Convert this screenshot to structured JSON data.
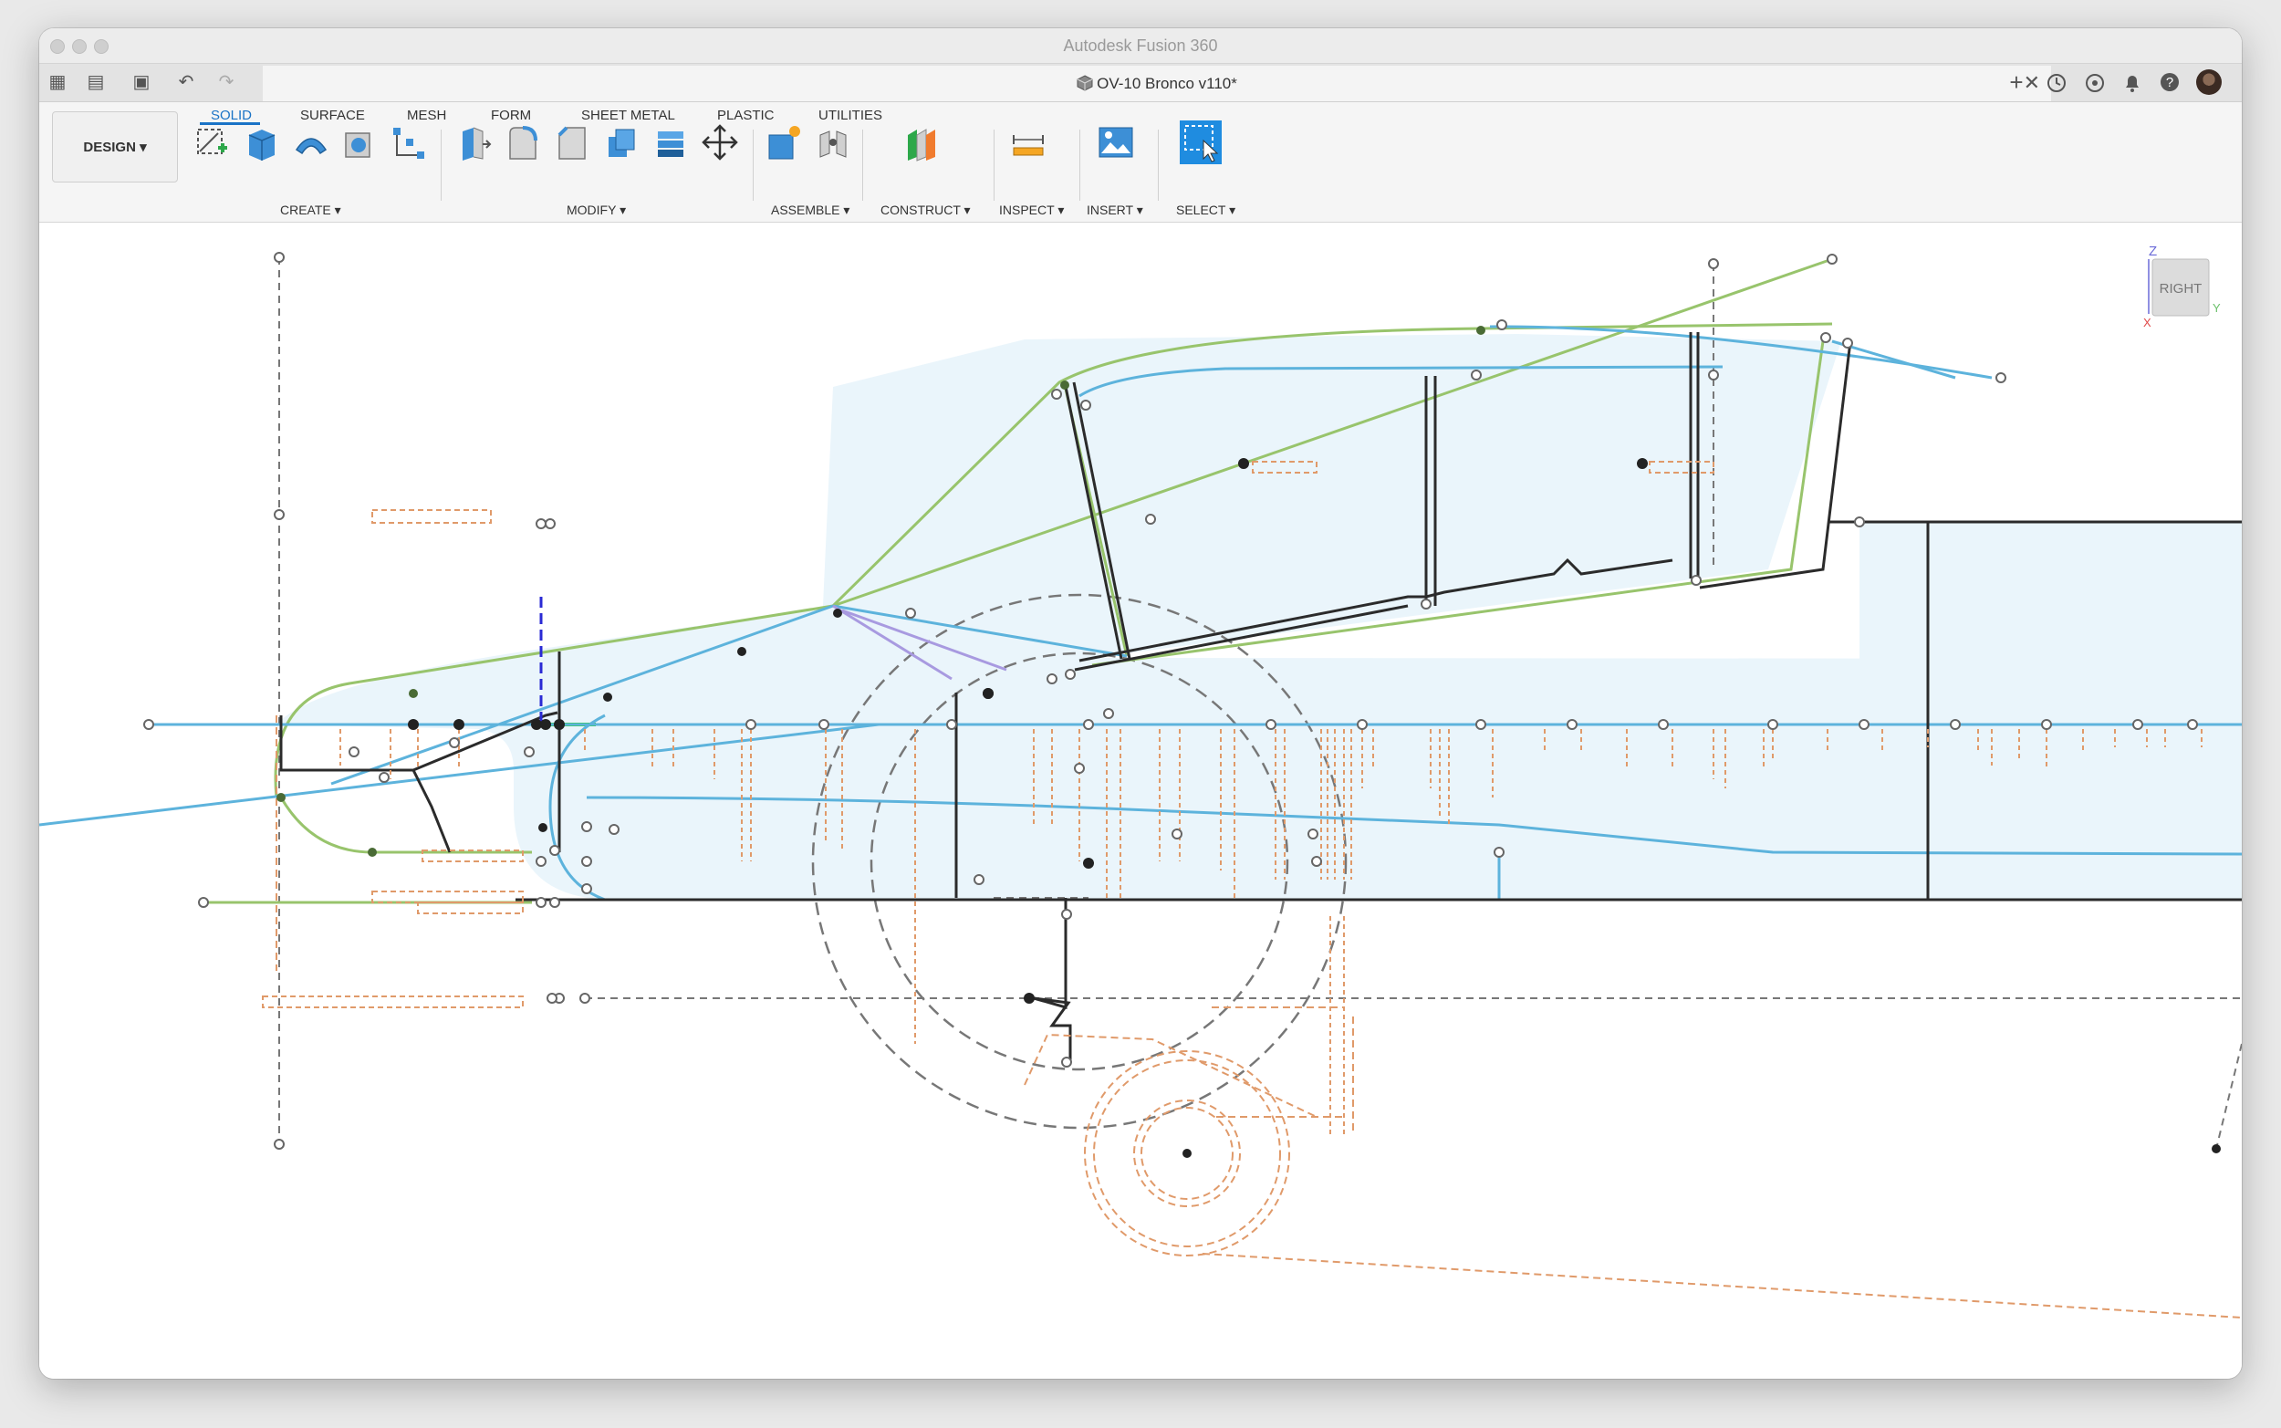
{
  "window": {
    "app_title": "Autodesk Fusion 360"
  },
  "document": {
    "title": "OV-10 Bronco v110*",
    "close_glyph": "✕"
  },
  "quick_access": {
    "grid_glyph": "▦",
    "file_glyph": "▤",
    "save_glyph": "▣",
    "undo_glyph": "↶",
    "redo_glyph": "↷",
    "new_tab_glyph": "+",
    "help_glyph": "?"
  },
  "workspace": {
    "label": "DESIGN ▾"
  },
  "tabs": [
    {
      "label": "SOLID",
      "active": true
    },
    {
      "label": "SURFACE",
      "active": false
    },
    {
      "label": "MESH",
      "active": false
    },
    {
      "label": "FORM",
      "active": false
    },
    {
      "label": "SHEET METAL",
      "active": false
    },
    {
      "label": "PLASTIC",
      "active": false
    },
    {
      "label": "UTILITIES",
      "active": false
    }
  ],
  "groups": {
    "create": "CREATE ▾",
    "modify": "MODIFY ▾",
    "assemble": "ASSEMBLE ▾",
    "construct": "CONSTRUCT ▾",
    "inspect": "INSPECT ▾",
    "insert": "INSERT ▾",
    "select": "SELECT ▾"
  },
  "viewcube": {
    "face_label": "RIGHT",
    "axis_z": "Z",
    "axis_x": "X",
    "axis_y": "Y"
  },
  "colors": {
    "sketch_blue": "#5db3dc",
    "sketch_green": "#98c46c",
    "fill_blue": "#eaf5fb",
    "dimension_orange": "#e09a6a",
    "construction_gray": "#777777",
    "accent_blue": "#1a73c6"
  }
}
